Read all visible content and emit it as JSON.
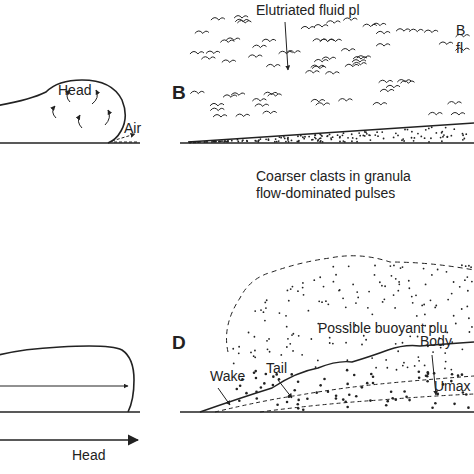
{
  "diagram": {
    "labels": [
      "Head",
      "Air",
      "B",
      "Elutriated fluid pl",
      "B",
      "fl",
      "Coarser clasts in granula",
      "flow-dominated pulses",
      "D",
      "Possible buoyant plu",
      "Wake",
      "Tail",
      "Body",
      "Umax",
      "Head"
    ]
  }
}
